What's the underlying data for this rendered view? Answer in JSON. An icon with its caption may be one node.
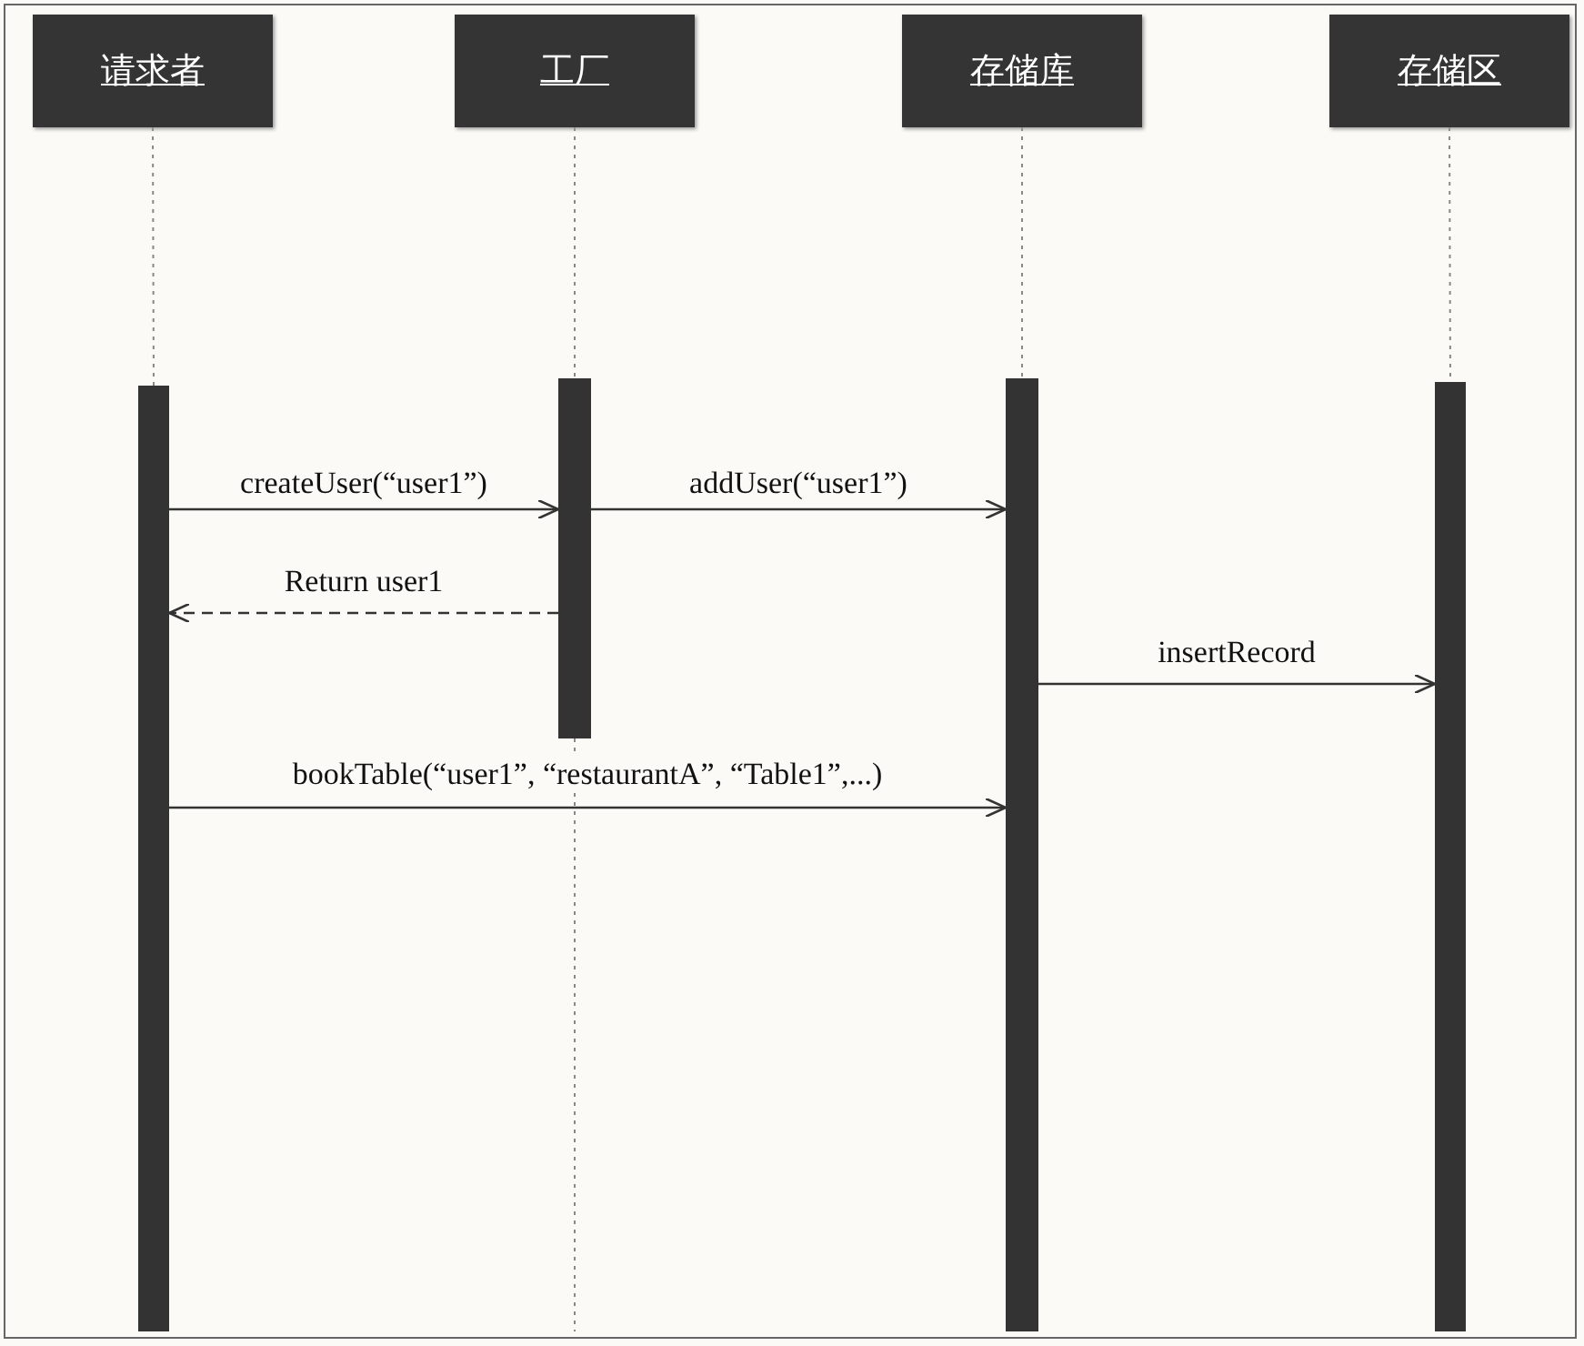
{
  "diagram": {
    "nodes": [
      {
        "text": [
          "请求者"
        ]
      },
      {
        "text": [
          "工厂"
        ]
      },
      {
        "text": [
          "存储库"
        ]
      },
      {
        "text": [
          "存储区"
        ]
      },
      {
        "text": [],
        "shape": "bar"
      },
      {
        "text": [],
        "shape": "bar"
      },
      {
        "text": [],
        "shape": "bar"
      },
      {
        "text": [],
        "shape": "bar"
      }
    ],
    "edges": [
      {
        "from": 0,
        "to": 4,
        "arrow": "none",
        "style": "dashed",
        "color": "#888888"
      },
      {
        "from": 1,
        "to": 5,
        "arrow": "none",
        "style": "dashed",
        "color": "#888888"
      },
      {
        "from": 2,
        "to": 6,
        "arrow": "none",
        "style": "dashed",
        "color": "#888888"
      },
      {
        "from": 3,
        "to": 7,
        "arrow": "none",
        "style": "dashed",
        "color": "#888888"
      },
      {
        "from": 5,
        "to": null,
        "arrow": "none",
        "style": "dashed",
        "color": "#888888"
      },
      {
        "from": 4,
        "to": 5,
        "arrow": "to",
        "label": "createUser(“user1”)"
      },
      {
        "from": 5,
        "to": 6,
        "arrow": "to",
        "label": "addUser(“user1”)"
      },
      {
        "from": 5,
        "to": 4,
        "arrow": "to",
        "label": "Return user1",
        "style": "dashed"
      },
      {
        "from": 6,
        "to": 7,
        "arrow": "to",
        "label": "insertRecord"
      },
      {
        "from": 4,
        "to": 6,
        "arrow": "to",
        "label": "bookTable(“user1”, “restaurantA”, “Table1”,...)"
      }
    ]
  }
}
